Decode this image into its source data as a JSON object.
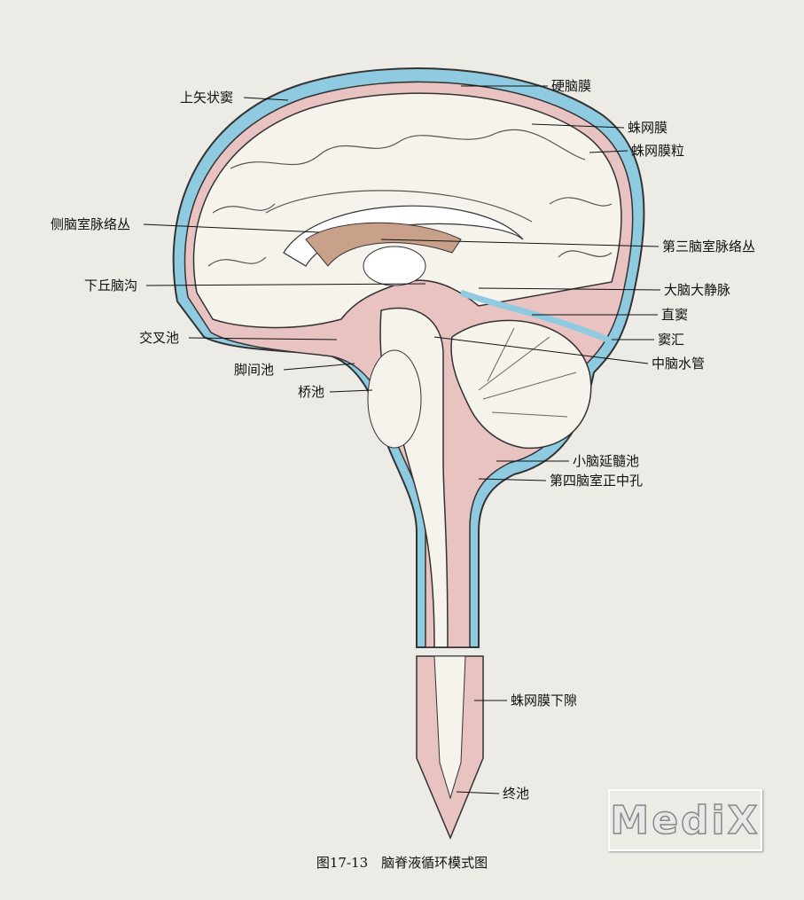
{
  "figure": {
    "caption": "图17-13　脑脊液循环模式图",
    "watermark": "MediX",
    "colors": {
      "csf": "#e9c2c2",
      "venous_sinus": "#8fcbe0",
      "tissue": "#f6f3ec",
      "outline": "#333333"
    },
    "labels": {
      "superior_sagittal_sinus": "上矢状窦",
      "dura_mater": "硬脑膜",
      "arachnoid": "蛛网膜",
      "arachnoid_granulation": "蛛网膜粒",
      "lateral_ventricle_choroid_plexus": "侧脑室脉络丛",
      "third_ventricle_choroid_plexus": "第三脑室脉络丛",
      "hypothalamic_sulcus": "下丘脑沟",
      "great_cerebral_vein": "大脑大静脉",
      "straight_sinus": "直窦",
      "chiasmatic_cistern": "交叉池",
      "confluence_of_sinuses": "窦汇",
      "interpeduncular_cistern": "脚间池",
      "cerebral_aqueduct": "中脑水管",
      "pontine_cistern": "桥池",
      "cerebellomedullary_cistern": "小脑延髓池",
      "median_aperture_fourth_ventricle": "第四脑室正中孔",
      "subarachnoid_space": "蛛网膜下隙",
      "terminal_cistern": "终池"
    }
  }
}
